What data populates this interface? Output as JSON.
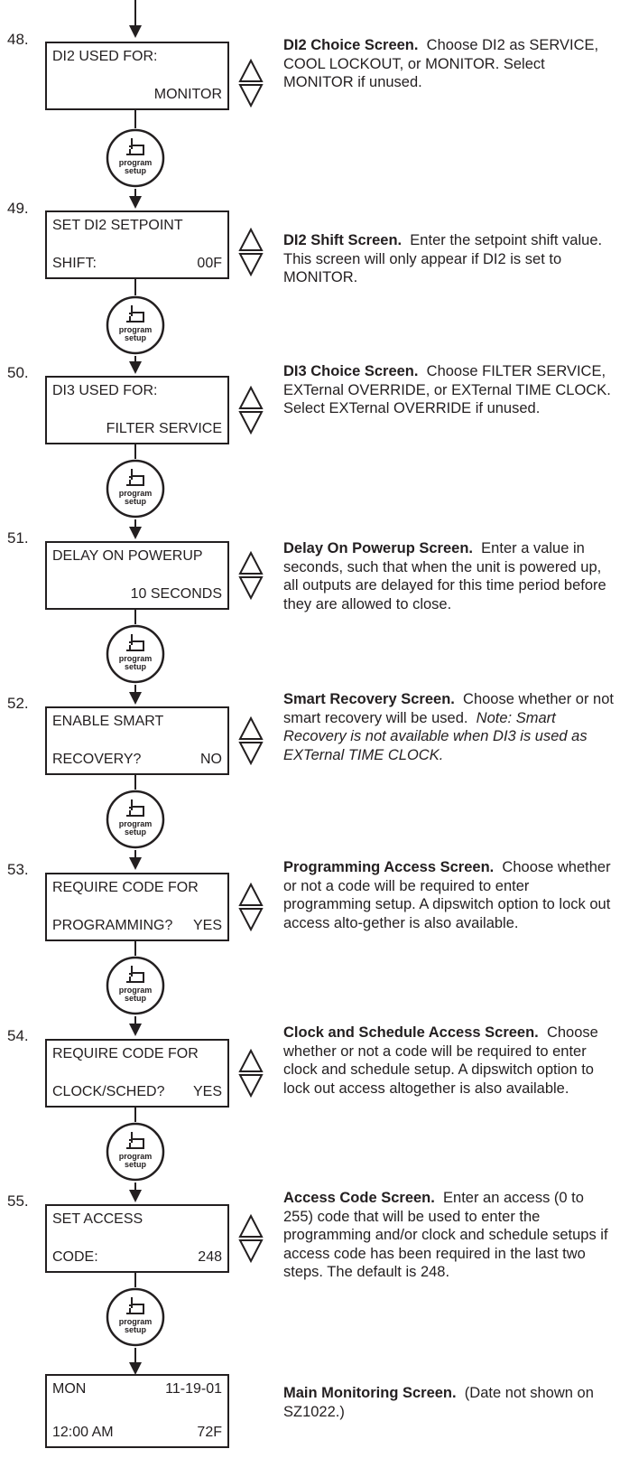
{
  "steps": [
    {
      "num": "48.",
      "line1": "DI2 USED FOR:",
      "line2_left": "",
      "line2_right": "MONITOR",
      "title": "DI2 Choice  Screen.",
      "text": "Choose DI2 as SERVICE, COOL LOCKOUT, or MONITOR.  Select MONITOR if unused.",
      "note": ""
    },
    {
      "num": "49.",
      "line1": "SET DI2 SETPOINT",
      "line2_left": "SHIFT:",
      "line2_right": "00F",
      "title": "DI2 Shift Screen.",
      "text": "Enter the setpoint shift value.  This screen will only appear if DI2 is set to MONITOR.",
      "note": ""
    },
    {
      "num": "50.",
      "line1": "DI3 USED FOR:",
      "line2_left": "",
      "line2_right": "FILTER SERVICE",
      "title": "DI3 Choice Screen.",
      "text": "Choose FILTER SERVICE, EXTernal OVERRIDE, or EXTernal TIME CLOCK.  Select EXTernal OVERRIDE if unused.",
      "note": ""
    },
    {
      "num": "51.",
      "line1": "DELAY ON POWERUP",
      "line2_left": "",
      "line2_right": "10 SECONDS",
      "title": "Delay On Powerup  Screen.",
      "text": "Enter a value in seconds, such that when the unit is powered up, all outputs are delayed for this time period before they are allowed to close.",
      "note": ""
    },
    {
      "num": "52.",
      "line1": "ENABLE SMART",
      "line2_left": "RECOVERY?",
      "line2_right": "NO",
      "title": "Smart Recovery Screen.",
      "text": "Choose whether or not smart recovery will be used.",
      "note": "Note: Smart Recovery is not available when DI3 is used as EXTernal TIME CLOCK."
    },
    {
      "num": "53.",
      "line1": "REQUIRE CODE FOR",
      "line2_left": "PROGRAMMING?",
      "line2_right": "YES",
      "title": "Programming Access  Screen.",
      "text": "Choose whether or not a code will be required to enter programming setup.  A dipswitch option to lock out access alto-gether is also available.",
      "note": ""
    },
    {
      "num": "54.",
      "line1": "REQUIRE CODE FOR",
      "line2_left": "CLOCK/SCHED?",
      "line2_right": "YES",
      "title": "Clock and  Schedule Access  Screen.",
      "text": "Choose whether or not a code will be required to enter clock and schedule setup.  A dipswitch option to lock out access altogether is also available.",
      "note": ""
    },
    {
      "num": "55.",
      "line1": "SET ACCESS",
      "line2_left": "CODE:",
      "line2_right": "248",
      "title": "Access Code  Screen.",
      "text": "Enter an access (0 to 255) code that will be used to enter the programming and/or clock and schedule setups if access code has been required in the last two steps. The default is 248.",
      "note": ""
    }
  ],
  "final": {
    "line1_left": "MON",
    "line1_right": "11-19-01",
    "line2_left": "12:00 AM",
    "line2_right": "72F",
    "title": "Main Monitoring Screen.",
    "text": "(Date not shown on SZ1022.)"
  },
  "button": {
    "label_top": "program",
    "label_bottom": "setup",
    "icon": "hand-press-icon"
  },
  "arrows_icon": "up-down-arrows-icon"
}
